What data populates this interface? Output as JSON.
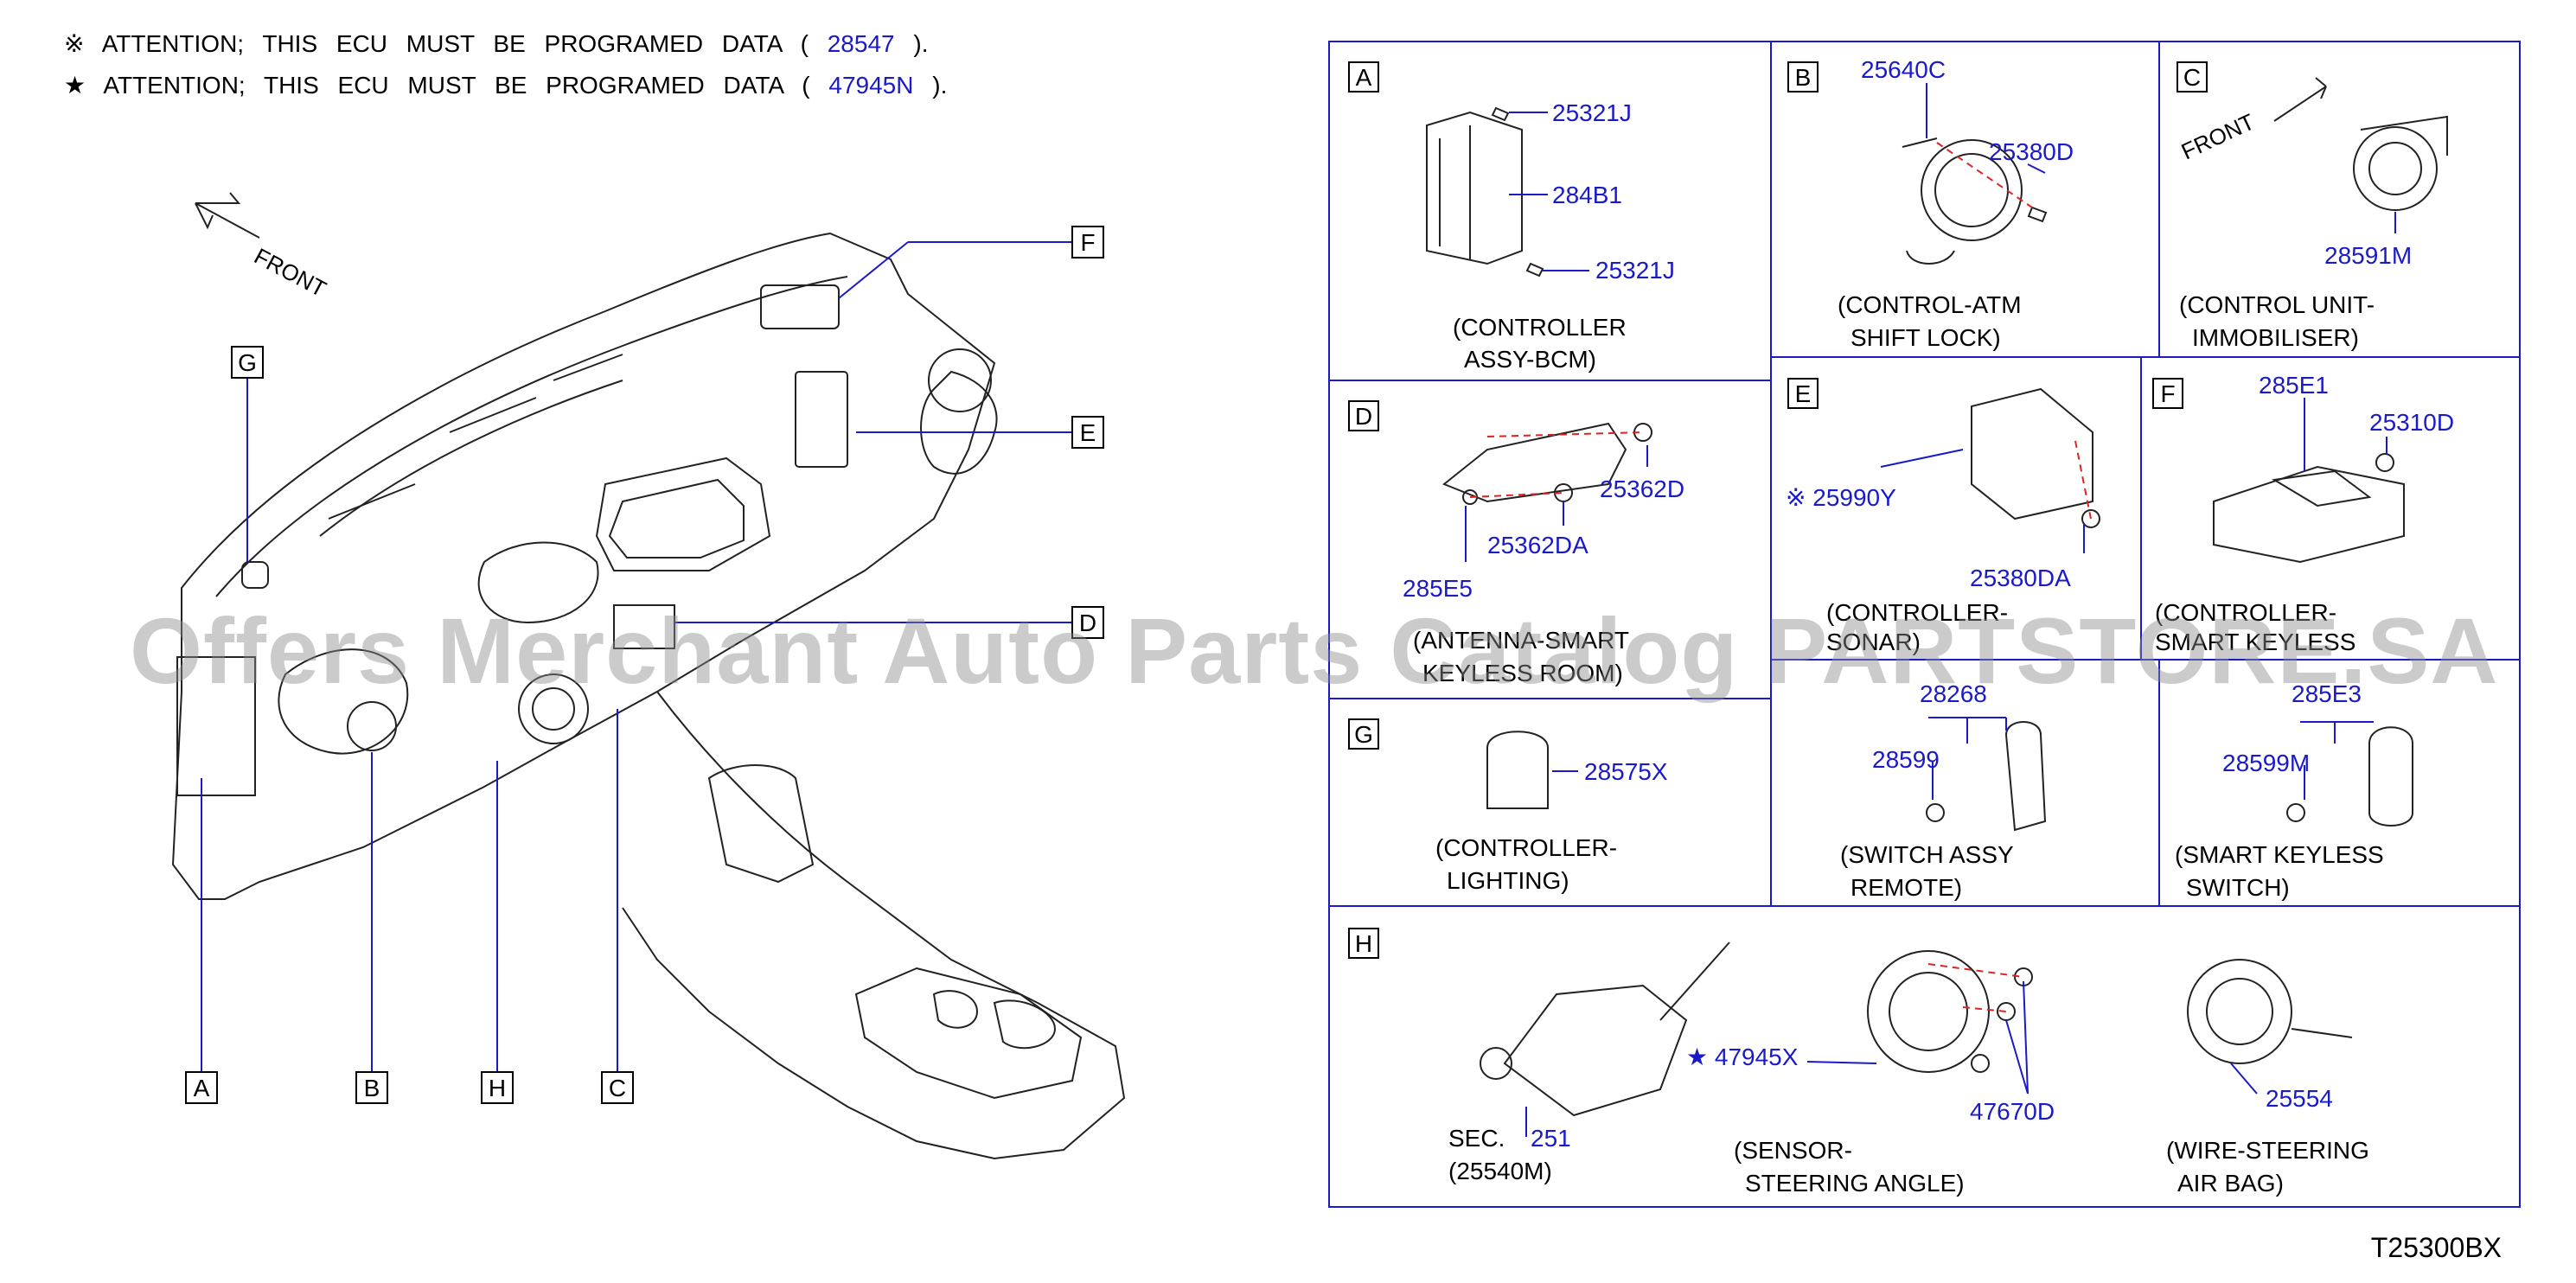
{
  "notes": [
    {
      "symbol": "※",
      "text": "ATTENTION;  THIS  ECU  MUST  BE  PROGRAMED  DATA  (",
      "part": "28547",
      "close": ")."
    },
    {
      "symbol": "★",
      "text": "ATTENTION;  THIS  ECU  MUST  BE  PROGRAMED  DATA  (",
      "part": "47945N",
      "close": ")."
    }
  ],
  "overview": {
    "front_label": "FRONT",
    "callouts": [
      "A",
      "B",
      "C",
      "D",
      "E",
      "F",
      "G",
      "H"
    ]
  },
  "panels": {
    "A": {
      "letter": "A",
      "parts": [
        "25321J",
        "284B1",
        "25321J"
      ],
      "caption": [
        "(CONTROLLER",
        "ASSY-BCM)"
      ]
    },
    "B": {
      "letter": "B",
      "parts": [
        "25640C",
        "25380D"
      ],
      "caption": [
        "(CONTROL-ATM",
        "SHIFT   LOCK)"
      ]
    },
    "C": {
      "letter": "C",
      "front": "FRONT",
      "parts": [
        "28591M"
      ],
      "caption": [
        "(CONTROL   UNIT-",
        "IMMOBILISER)"
      ]
    },
    "D": {
      "letter": "D",
      "parts": [
        "25362D",
        "25362DA",
        "285E5"
      ],
      "caption": [
        "(ANTENNA-SMART",
        "KEYLESS ROOM)"
      ]
    },
    "E": {
      "letter": "E",
      "parts": [
        "※ 25990Y",
        "25380DA"
      ],
      "caption": [
        "(CONTROLLER-",
        "SONAR)"
      ]
    },
    "F": {
      "letter": "F",
      "parts": [
        "285E1",
        "25310D"
      ],
      "caption": [
        "(CONTROLLER-",
        "SMART  KEYLESS"
      ]
    },
    "G": {
      "letter": "G",
      "parts": [
        "28575X"
      ],
      "caption": [
        "(CONTROLLER-",
        "LIGHTING)"
      ]
    },
    "G2": {
      "parts": [
        "28268",
        "28599"
      ],
      "caption": [
        "(SWITCH   ASSY",
        "REMOTE)"
      ]
    },
    "G3": {
      "parts": [
        "285E3",
        "28599M"
      ],
      "caption": [
        "(SMART   KEYLESS",
        "SWITCH)"
      ]
    },
    "H": {
      "letter": "H",
      "sec": "SEC.",
      "sec_num": "251",
      "sec_ref": "(25540M)",
      "parts": [
        "★ 47945X",
        "47670D",
        "25554"
      ],
      "captions": [
        [
          "(SENSOR-",
          "STEERING   ANGLE)"
        ],
        [
          "(WIRE-STEERING",
          "AIR   BAG)"
        ]
      ]
    }
  },
  "watermark": "Offers Merchant Auto Parts Catalog PARTSTORE.SA",
  "diagram_code": "T25300BX"
}
